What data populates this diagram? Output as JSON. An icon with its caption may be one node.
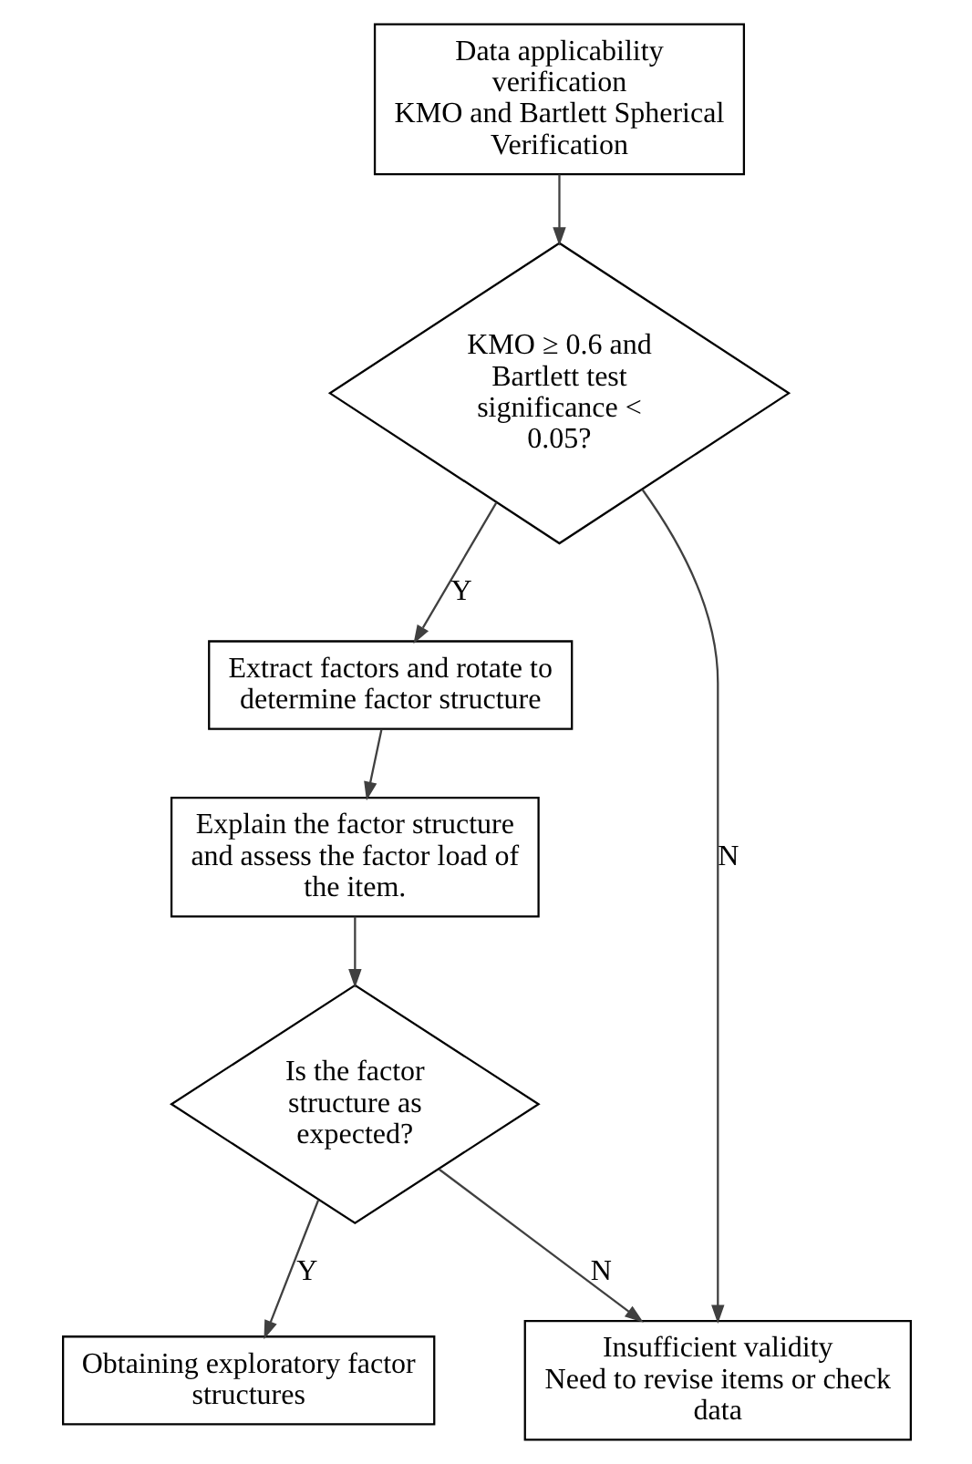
{
  "diagram": {
    "nodes": [
      {
        "text": [
          "Data applicability verification",
          "KMO and Bartlett Spherical Verification"
        ]
      },
      {
        "text": [
          "KMO ≥ 0.6 and Bartlett test significance < 0.05?"
        ]
      },
      {
        "text": [
          "Extract factors and rotate to determine factor structure"
        ]
      },
      {
        "text": [
          "Explain the factor structure and assess the factor load of the item."
        ]
      },
      {
        "text": [
          "Is the factor structure as expected?"
        ]
      },
      {
        "text": [
          "Obtaining exploratory factor structures"
        ]
      },
      {
        "text": [
          "Insufficient validity",
          "Need to revise items or check data"
        ]
      }
    ],
    "edges": [
      {
        "from": 0,
        "to": 1,
        "arrow": "to"
      },
      {
        "from": 1,
        "to": 2,
        "arrow": "to",
        "label": "Y"
      },
      {
        "from": 2,
        "to": 3,
        "arrow": "to"
      },
      {
        "from": 3,
        "to": 4,
        "arrow": "to"
      },
      {
        "from": 4,
        "to": 5,
        "arrow": "to",
        "label": "Y"
      },
      {
        "from": 4,
        "to": 6,
        "arrow": "to",
        "label": "N"
      },
      {
        "from": 1,
        "to": 6,
        "arrow": "to",
        "label": "N"
      }
    ]
  }
}
